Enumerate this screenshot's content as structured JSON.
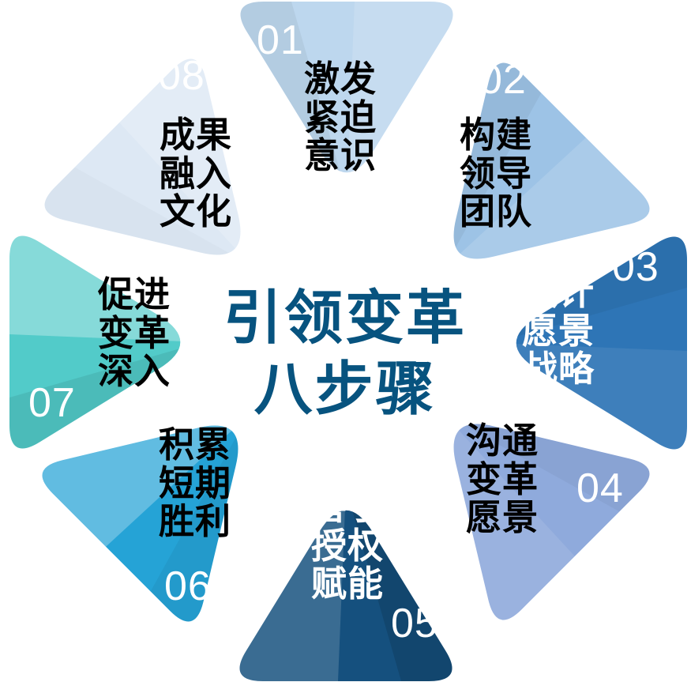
{
  "title": {
    "line1": "引领变革",
    "line2": "八步骤",
    "color": "#07537f"
  },
  "number_color": "#ffffff",
  "steps": [
    {
      "number": "01",
      "label": "激发\n紧迫\n意识",
      "color": "#bdd7ee",
      "text_color": "#000000"
    },
    {
      "number": "02",
      "label": "构建\n领导\n团队",
      "color": "#9dc3e6",
      "text_color": "#000000"
    },
    {
      "number": "03",
      "label": "设计\n愿景\n战略",
      "color": "#2e75b6",
      "text_color": "#ffffff"
    },
    {
      "number": "04",
      "label": "沟通\n变革\n愿景",
      "color": "#8faadc",
      "text_color": "#000000"
    },
    {
      "number": "05",
      "label": "善于\n授权\n赋能",
      "color": "#15507e",
      "text_color": "#ffffff"
    },
    {
      "number": "06",
      "label": "积累\n短期\n胜利",
      "color": "#25a3d6",
      "text_color": "#000000"
    },
    {
      "number": "07",
      "label": "促进\n变革\n深入",
      "color": "#52cbc9",
      "text_color": "#000000"
    },
    {
      "number": "08",
      "label": "成果\n融入\n文化",
      "color": "#dde8f4",
      "text_color": "#000000"
    }
  ]
}
